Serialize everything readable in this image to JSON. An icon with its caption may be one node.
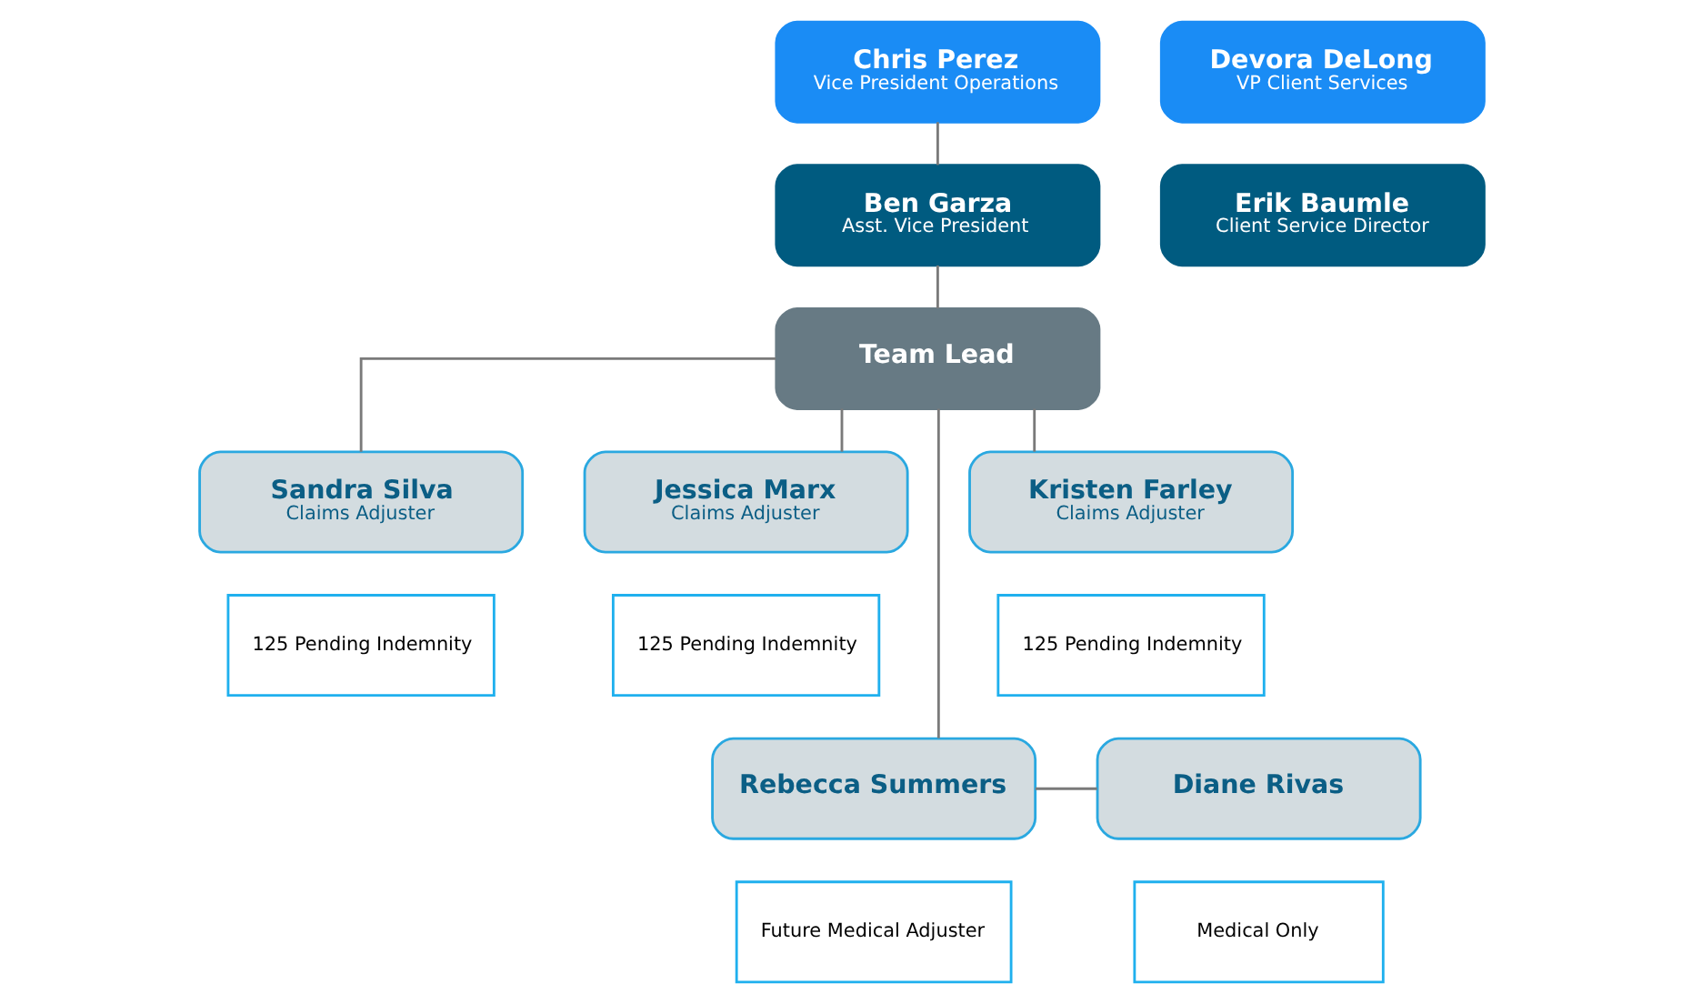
{
  "diagram": {
    "nodes": [
      {
        "text": [
          "Chris Perez",
          "Vice President Operations"
        ]
      },
      {
        "text": [
          "Devora DeLong",
          "VP Client Services"
        ]
      },
      {
        "text": [
          "Ben Garza",
          "Asst. Vice President"
        ]
      },
      {
        "text": [
          "Erik Baumle",
          "Client Service Director"
        ]
      },
      {
        "text": [
          "Team Lead"
        ]
      },
      {
        "text": [
          "Sandra Silva",
          "Claims Adjuster"
        ]
      },
      {
        "text": [
          "Jessica Marx",
          "Claims Adjuster"
        ]
      },
      {
        "text": [
          "Kristen Farley",
          "Claims Adjuster"
        ]
      },
      {
        "text": [
          "125 Pending Indemnity"
        ]
      },
      {
        "text": [
          "125 Pending Indemnity"
        ]
      },
      {
        "text": [
          "125 Pending Indemnity"
        ]
      },
      {
        "text": [
          "Rebecca Summers"
        ]
      },
      {
        "text": [
          "Future Medical Adjuster"
        ]
      },
      {
        "text": [
          "Diane Rivas"
        ]
      },
      {
        "text": [
          "Medical Only"
        ]
      }
    ],
    "edges": [
      {
        "from": 0,
        "to": 2,
        "arrow": "none"
      },
      {
        "from": 2,
        "to": 4,
        "arrow": "none"
      },
      {
        "from": 4,
        "to": 5,
        "arrow": "none"
      },
      {
        "from": 4,
        "to": 6,
        "arrow": "none"
      },
      {
        "from": 4,
        "to": 7,
        "arrow": "none"
      },
      {
        "from": 4,
        "to": 11,
        "arrow": "none"
      },
      {
        "from": 11,
        "to": 13,
        "arrow": "none"
      }
    ]
  }
}
